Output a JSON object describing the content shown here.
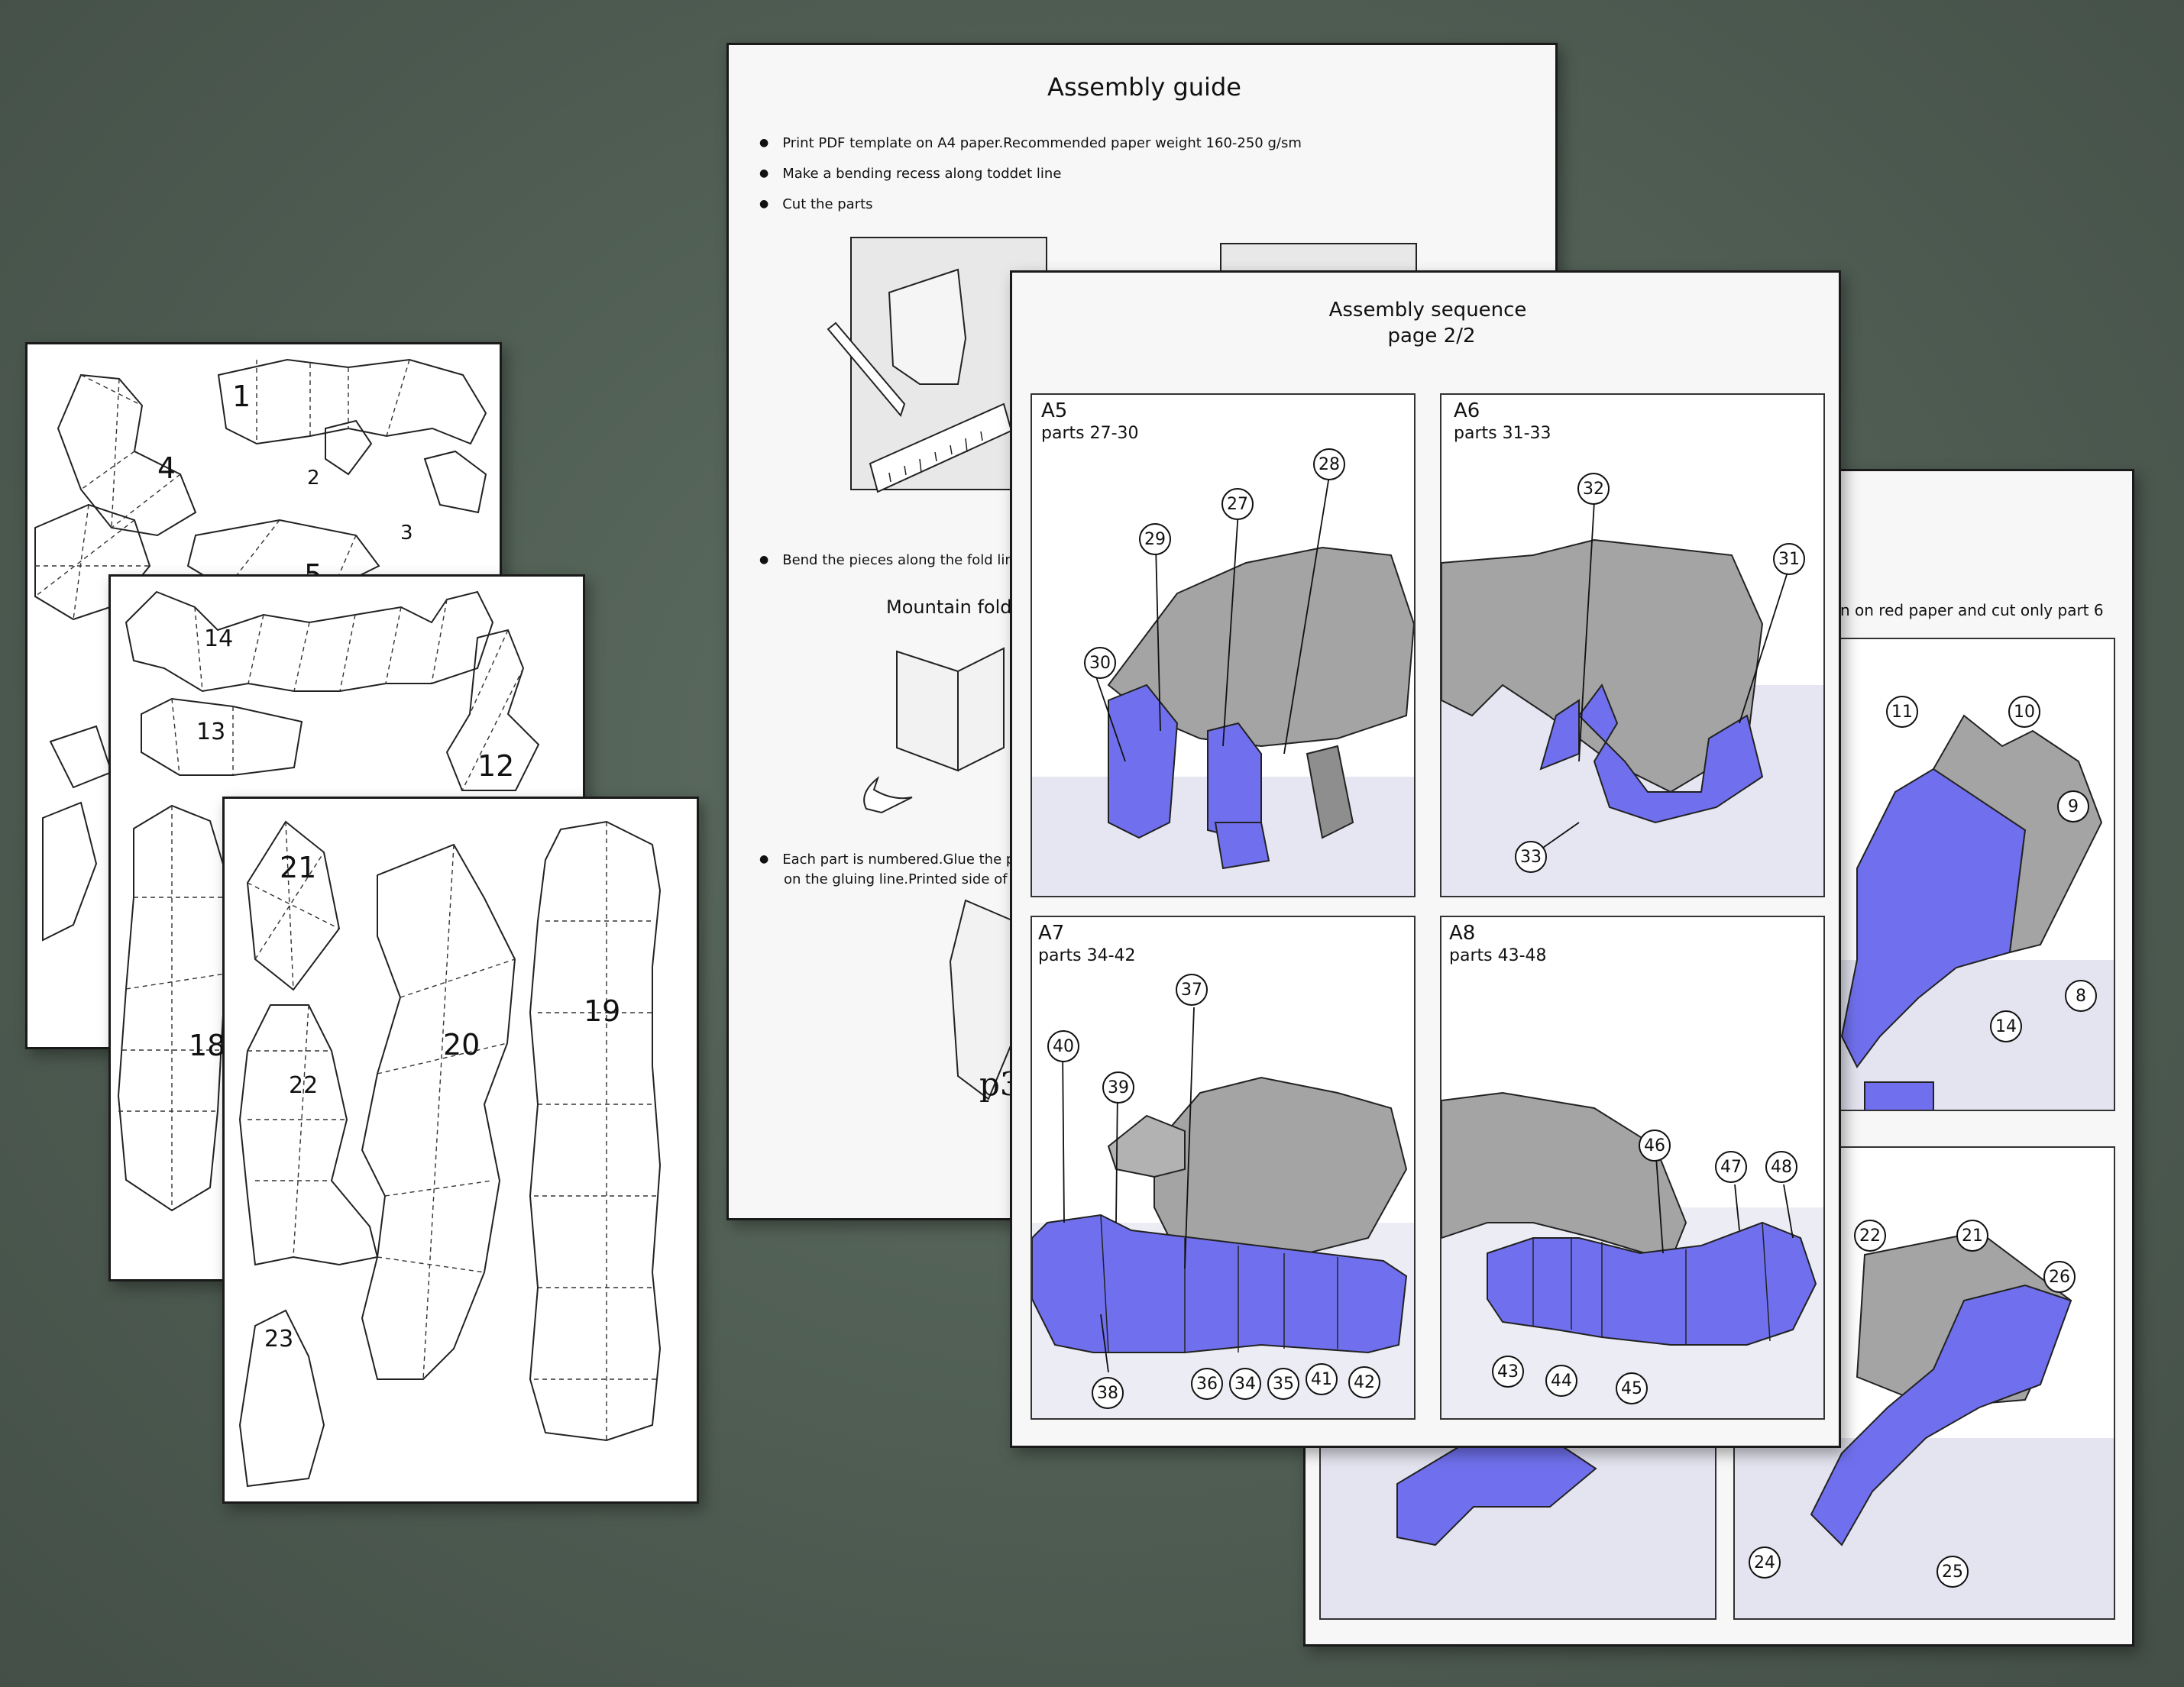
{
  "template_sheets": {
    "sheet_back": {
      "part_numbers": [
        "1",
        "2",
        "3",
        "4",
        "5"
      ]
    },
    "sheet_middle": {
      "part_numbers": [
        "14",
        "13",
        "12",
        "18"
      ]
    },
    "sheet_front": {
      "part_numbers": [
        "21",
        "22",
        "23",
        "20",
        "19"
      ]
    }
  },
  "assembly_guide": {
    "title": "Assembly guide",
    "bullets": [
      "Print PDF template on A4 paper.Recommended paper weight 160-250 g/sm",
      "Make a bending recess along toddet line",
      "Cut the parts"
    ],
    "bend_text": "Bend the pieces along the fold line",
    "fold_label": "Mountain fold",
    "glue_line1": "Each part is numbered.Glue the pa",
    "glue_line2": "on the gluing line.Printed side of th",
    "page_ref": "p3"
  },
  "assembly_sequence": {
    "title": "Assembly sequence",
    "subtitle": "page 2/2",
    "panels": [
      {
        "id": "A5",
        "parts": "parts 27-30",
        "callouts": [
          "30",
          "29",
          "27",
          "28"
        ]
      },
      {
        "id": "A6",
        "parts": "parts 31-33",
        "callouts": [
          "32",
          "31",
          "33"
        ]
      },
      {
        "id": "A7",
        "parts": "parts 34-42",
        "callouts": [
          "40",
          "39",
          "37",
          "38",
          "36",
          "34",
          "35",
          "41",
          "42"
        ]
      },
      {
        "id": "A8",
        "parts": "parts 43-48",
        "callouts": [
          "46",
          "47",
          "48",
          "43",
          "44",
          "45"
        ]
      }
    ]
  },
  "right_sheet": {
    "note": "n on red paper and cut only part 6",
    "top_callouts": [
      "11",
      "10",
      "9",
      "8",
      "14"
    ],
    "bottom_callouts": [
      "22",
      "21",
      "26",
      "24",
      "25"
    ]
  },
  "colors": {
    "background": "#4f5d53",
    "highlight_blue": "#7070ee",
    "model_gray": "#a4a4a4"
  }
}
